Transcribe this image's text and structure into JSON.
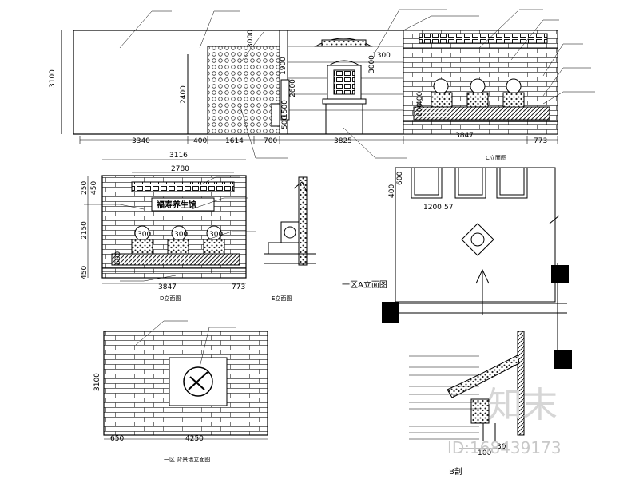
{
  "panels": {
    "top": {
      "title": "C立面图",
      "dims_h": [
        "3340",
        "400",
        "1614",
        "700",
        "3825",
        "3847",
        "773"
      ],
      "dims_v": [
        "3100",
        "2400",
        "3000",
        "1900",
        "2600",
        "1500",
        "500",
        "3000",
        "1300",
        "600",
        "400"
      ]
    },
    "mid_left": {
      "dims_h": [
        "3116",
        "2780",
        "3847",
        "773"
      ],
      "dims_v": [
        "250",
        "450",
        "2150",
        "600",
        "450",
        "300",
        "300",
        "300"
      ],
      "sign_text": "福寿养生馆",
      "title": "D立面图",
      "side_title": "E立面图"
    },
    "plan": {
      "title": "一区A立面图",
      "dims": [
        "400",
        "600",
        "1200",
        "57"
      ]
    },
    "bottom_left": {
      "title": "一区 背景墙立面图",
      "dims_h": [
        "650",
        "4250"
      ],
      "dims_v": [
        "3100"
      ]
    },
    "section": {
      "title": "B剖",
      "dims": [
        "100",
        "30"
      ]
    }
  },
  "watermark": {
    "brand": "知末",
    "id_text": "ID:168439173"
  }
}
